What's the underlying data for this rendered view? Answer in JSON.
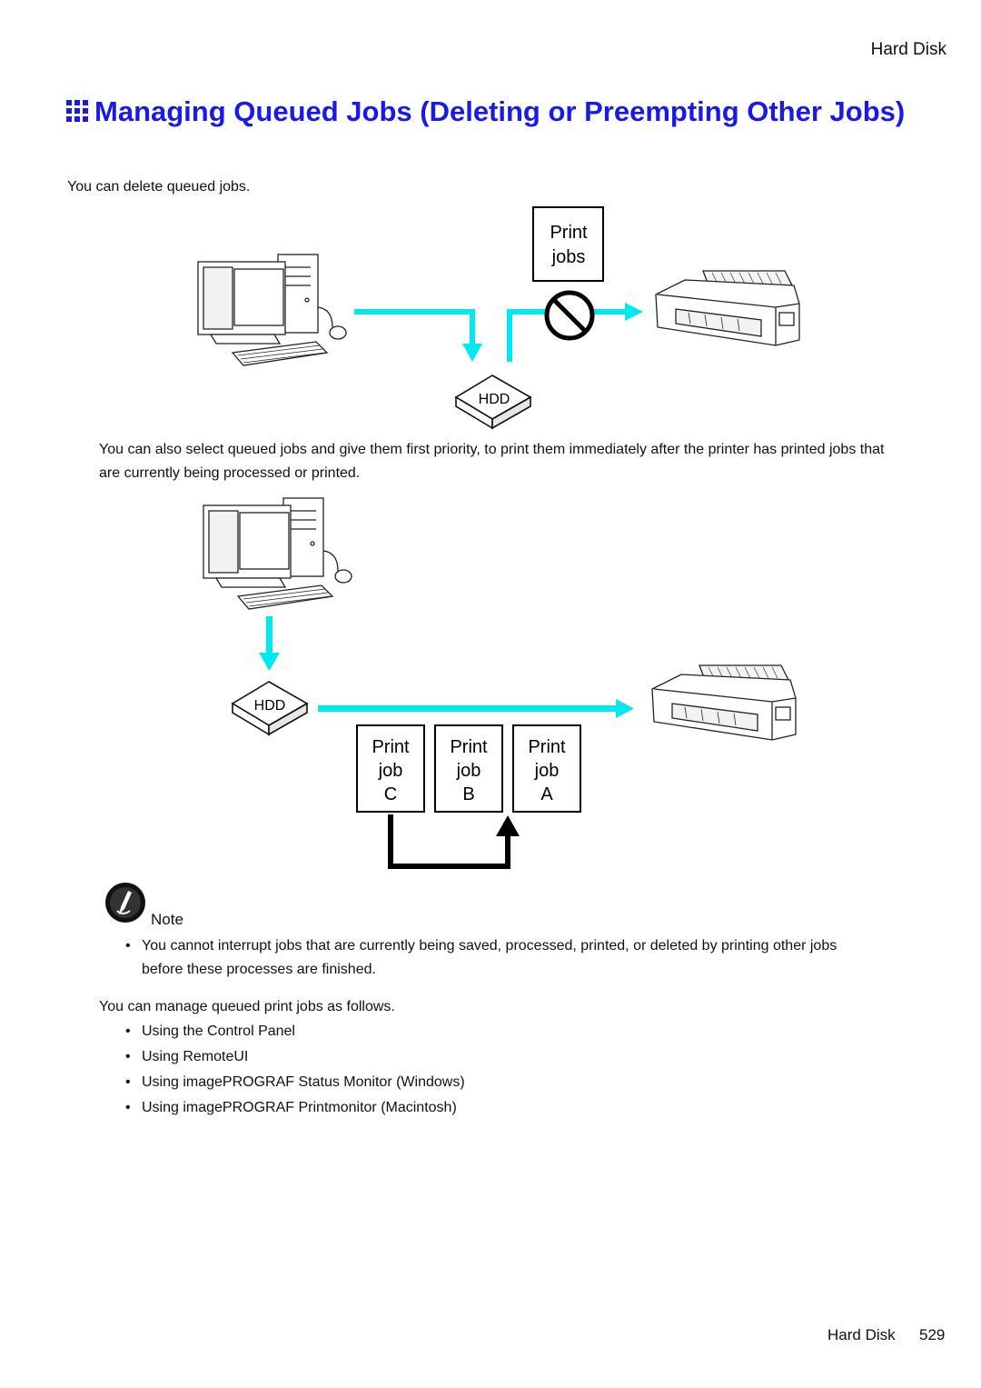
{
  "header": {
    "section": "Hard Disk"
  },
  "title": "Managing Queued Jobs (Deleting or Preempting Other Jobs)",
  "intro": "You can delete queued jobs.",
  "diagram1": {
    "print_jobs_box": [
      "Print",
      "jobs"
    ],
    "hdd_label": "HDD"
  },
  "paragraph2": "You can also select queued jobs and give them first priority, to print them immediately after the printer has printed jobs that are currently being processed or printed.",
  "diagram2": {
    "hdd_label": "HDD",
    "jobs": [
      {
        "line1": "Print",
        "line2": "job",
        "line3": "C"
      },
      {
        "line1": "Print",
        "line2": "job",
        "line3": "B"
      },
      {
        "line1": "Print",
        "line2": "job",
        "line3": "A"
      }
    ]
  },
  "note": {
    "label": "Note",
    "items": [
      "You cannot interrupt jobs that are currently being saved, processed, printed, or deleted by printing other jobs before these processes are finished."
    ]
  },
  "manage": {
    "intro": "You can manage queued print jobs as follows.",
    "items": [
      "Using the Control Panel",
      "Using RemoteUI",
      "Using imagePROGRAF Status Monitor (Windows)",
      "Using imagePROGRAF Printmonitor (Macintosh)"
    ]
  },
  "footer": {
    "section": "Hard Disk",
    "page": "529"
  },
  "colors": {
    "title": "#1a1ae6",
    "arrow": "#00e8f0",
    "prohibit": "#000000"
  }
}
